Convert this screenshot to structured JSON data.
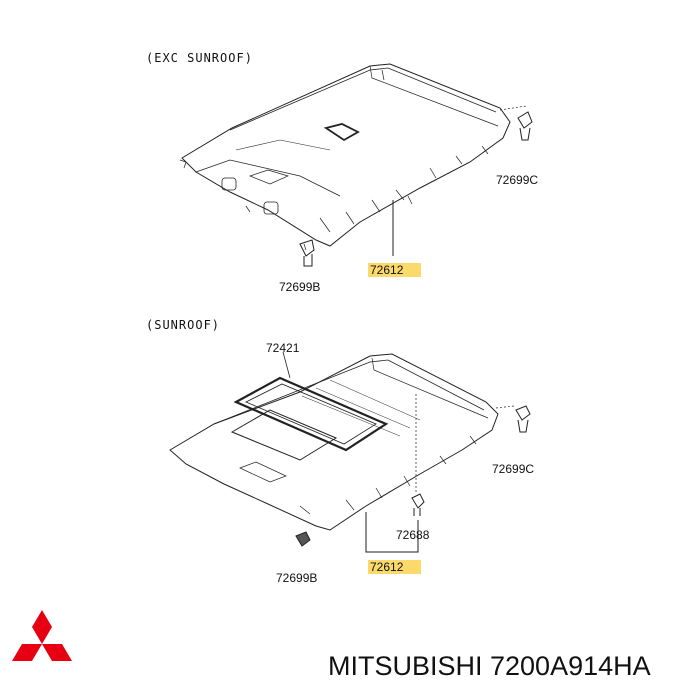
{
  "sections": [
    {
      "title": "(EXC SUNROOF)"
    },
    {
      "title": "(SUNROOF)"
    }
  ],
  "labels": {
    "top_clip_c": "72699C",
    "top_clip_b": "72699B",
    "top_headlining": "72612",
    "bottom_glass_frame": "72421",
    "bottom_clip_c": "72699C",
    "bottom_part_72688": "72688",
    "bottom_clip_b": "72699B",
    "bottom_headlining": "72612"
  },
  "brand": {
    "text": "MITSUBISHI 7200A914HA",
    "logo_color": "#e60012"
  },
  "highlight_color": "#fbd96a"
}
